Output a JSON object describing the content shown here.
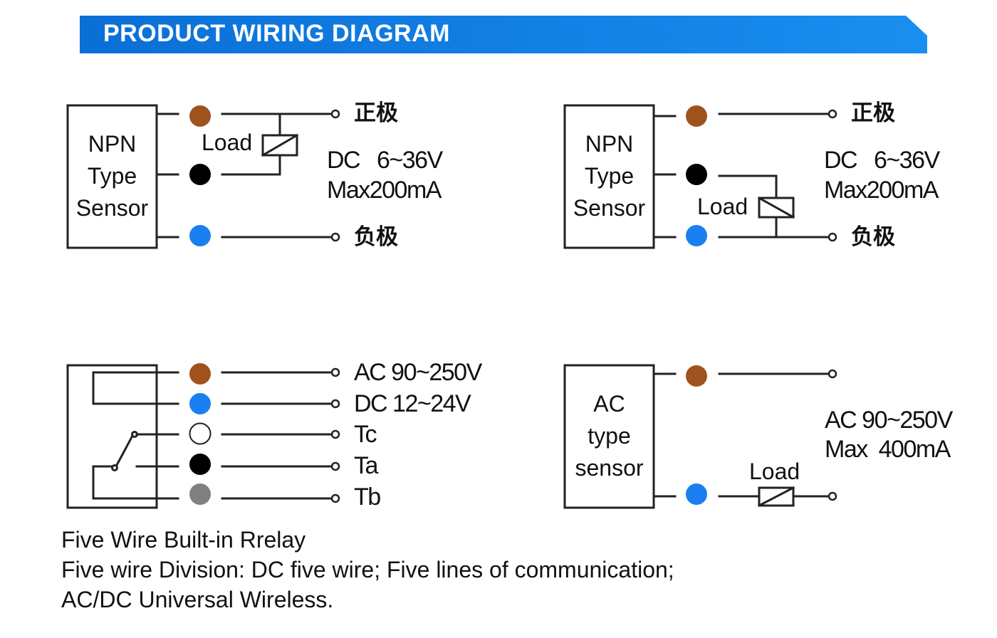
{
  "header": {
    "title": "PRODUCT WIRING DIAGRAM",
    "color": "#1080e8"
  },
  "wire_colors": {
    "brown": "#a0521e",
    "black": "#000000",
    "blue": "#1a7ff0",
    "white": "#ffffff",
    "gray": "#808080"
  },
  "diagrams": {
    "npn_top_left": {
      "box_label": [
        "NPN",
        "Type",
        "Sensor"
      ],
      "load_label": "Load",
      "positive_label": "正极",
      "negative_label": "负极",
      "spec_line1": "DC   6~36V",
      "spec_line2": "Max200mA"
    },
    "npn_top_right": {
      "box_label": [
        "NPN",
        "Type",
        "Sensor"
      ],
      "load_label": "Load",
      "positive_label": "正极",
      "negative_label": "负极",
      "spec_line1": "DC   6~36V",
      "spec_line2": "Max200mA"
    },
    "relay_five_wire": {
      "terminals": [
        "AC 90~250V",
        "DC 12~24V",
        "Tc",
        "Ta",
        "Tb"
      ]
    },
    "ac_sensor": {
      "box_label": [
        "AC",
        "type",
        "sensor"
      ],
      "load_label": "Load",
      "spec_line1": "AC 90~250V",
      "spec_line2": "Max  400mA"
    }
  },
  "captions": [
    "Five Wire Built-in Rrelay",
    "Five wire Division: DC five wire; Five lines of communication;",
    "AC/DC Universal Wireless."
  ]
}
